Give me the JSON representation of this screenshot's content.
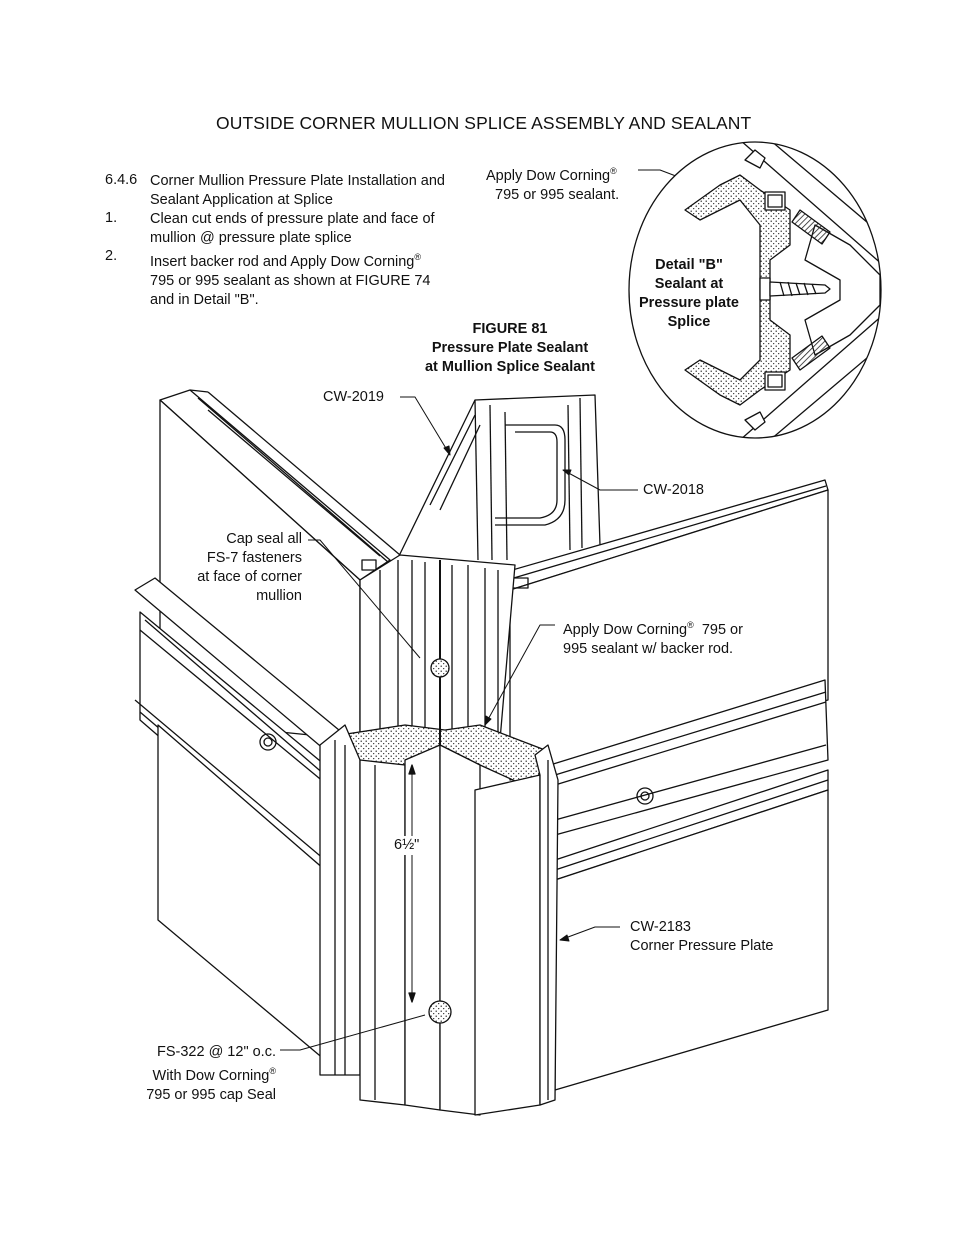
{
  "title": "OUTSIDE CORNER MULLION SPLICE ASSEMBLY AND SEALANT",
  "section": {
    "number": "6.4.6",
    "heading_line1": "Corner Mullion Pressure Plate  Installation and",
    "heading_line2": "Sealant Application at Splice"
  },
  "steps": [
    {
      "num": "1.",
      "line1": "Clean cut ends of pressure plate and face of",
      "line2": "mullion @ pressure plate splice",
      "line3": ""
    },
    {
      "num": "2.",
      "line1": "Insert backer rod and Apply Dow Corning",
      "line2": "795 or 995 sealant as shown at FIGURE 74",
      "line3": "and  in Detail \"B\"."
    }
  ],
  "registered_mark": "®",
  "figure": {
    "line1": "FIGURE  81",
    "line2": "Pressure Plate Sealant",
    "line3": "at  Mullion Splice Sealant"
  },
  "detail": {
    "line1": "Detail \"B\"",
    "line2": "Sealant at",
    "line3": "Pressure plate",
    "line4": "Splice"
  },
  "callouts": {
    "detail_sealant_line1": "Apply Dow Corning",
    "detail_sealant_line2": "795 or 995 sealant.",
    "cw2019": "CW-2019",
    "cw2018": "CW-2018",
    "capseal_line1": "Cap seal all",
    "capseal_line2": "FS-7 fasteners",
    "capseal_line3": "at face of corner",
    "capseal_line4": "mullion",
    "backer_line1": "Apply Dow Corning",
    "backer_line1b": "795 or",
    "backer_line2": "995 sealant w/ backer rod.",
    "dimension": "6½\"",
    "cw2183_line1": "CW-2183",
    "cw2183_line2": "Corner Pressure Plate",
    "fs322_line1": "FS-322 @ 12\" o.c.",
    "fs322_line2": "With Dow Corning",
    "fs322_line3": "795 or 995  cap Seal"
  }
}
